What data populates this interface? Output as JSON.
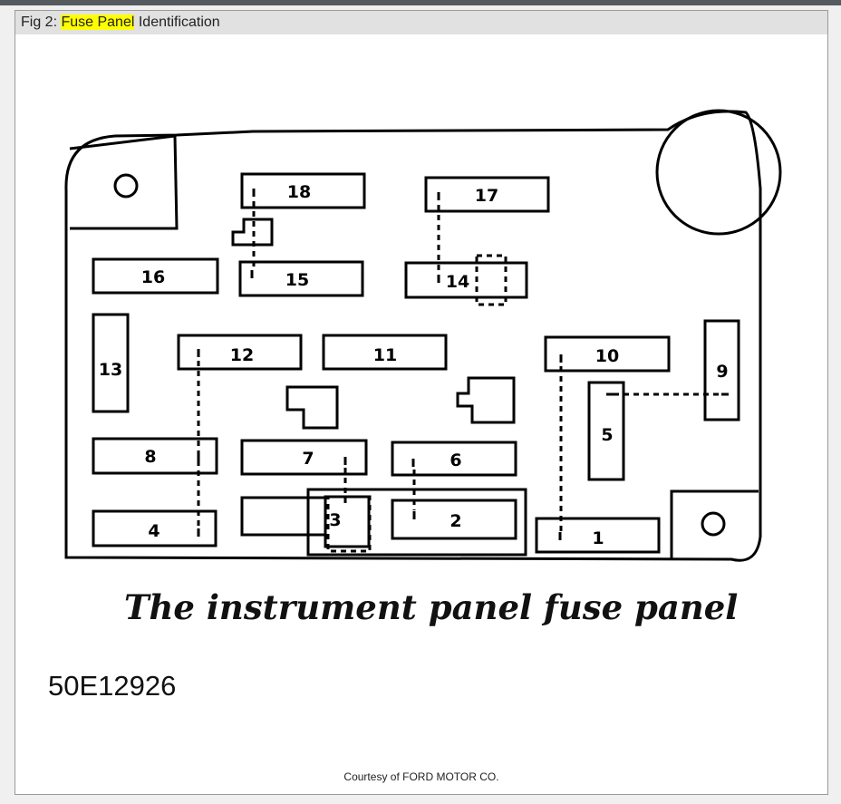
{
  "caption": {
    "prefix": "Fig 2: ",
    "highlight": "Fuse Panel",
    "suffix": " Identification"
  },
  "diagram_title": "The instrument panel fuse panel",
  "reference_code": "50E12926",
  "courtesy": "Courtesy of FORD MOTOR CO.",
  "colors": {
    "highlight": "#ffff00",
    "caption_bg": "#e1e1e1",
    "line": "#000000"
  },
  "fuses": [
    {
      "id": "1",
      "label": "1"
    },
    {
      "id": "2",
      "label": "2"
    },
    {
      "id": "3",
      "label": "3"
    },
    {
      "id": "4",
      "label": "4"
    },
    {
      "id": "5",
      "label": "5"
    },
    {
      "id": "6",
      "label": "6"
    },
    {
      "id": "7",
      "label": "7"
    },
    {
      "id": "8",
      "label": "8"
    },
    {
      "id": "9",
      "label": "9"
    },
    {
      "id": "10",
      "label": "10"
    },
    {
      "id": "11",
      "label": "11"
    },
    {
      "id": "12",
      "label": "12"
    },
    {
      "id": "13",
      "label": "13"
    },
    {
      "id": "14",
      "label": "14"
    },
    {
      "id": "15",
      "label": "15"
    },
    {
      "id": "16",
      "label": "16"
    },
    {
      "id": "17",
      "label": "17"
    },
    {
      "id": "18",
      "label": "18"
    }
  ]
}
